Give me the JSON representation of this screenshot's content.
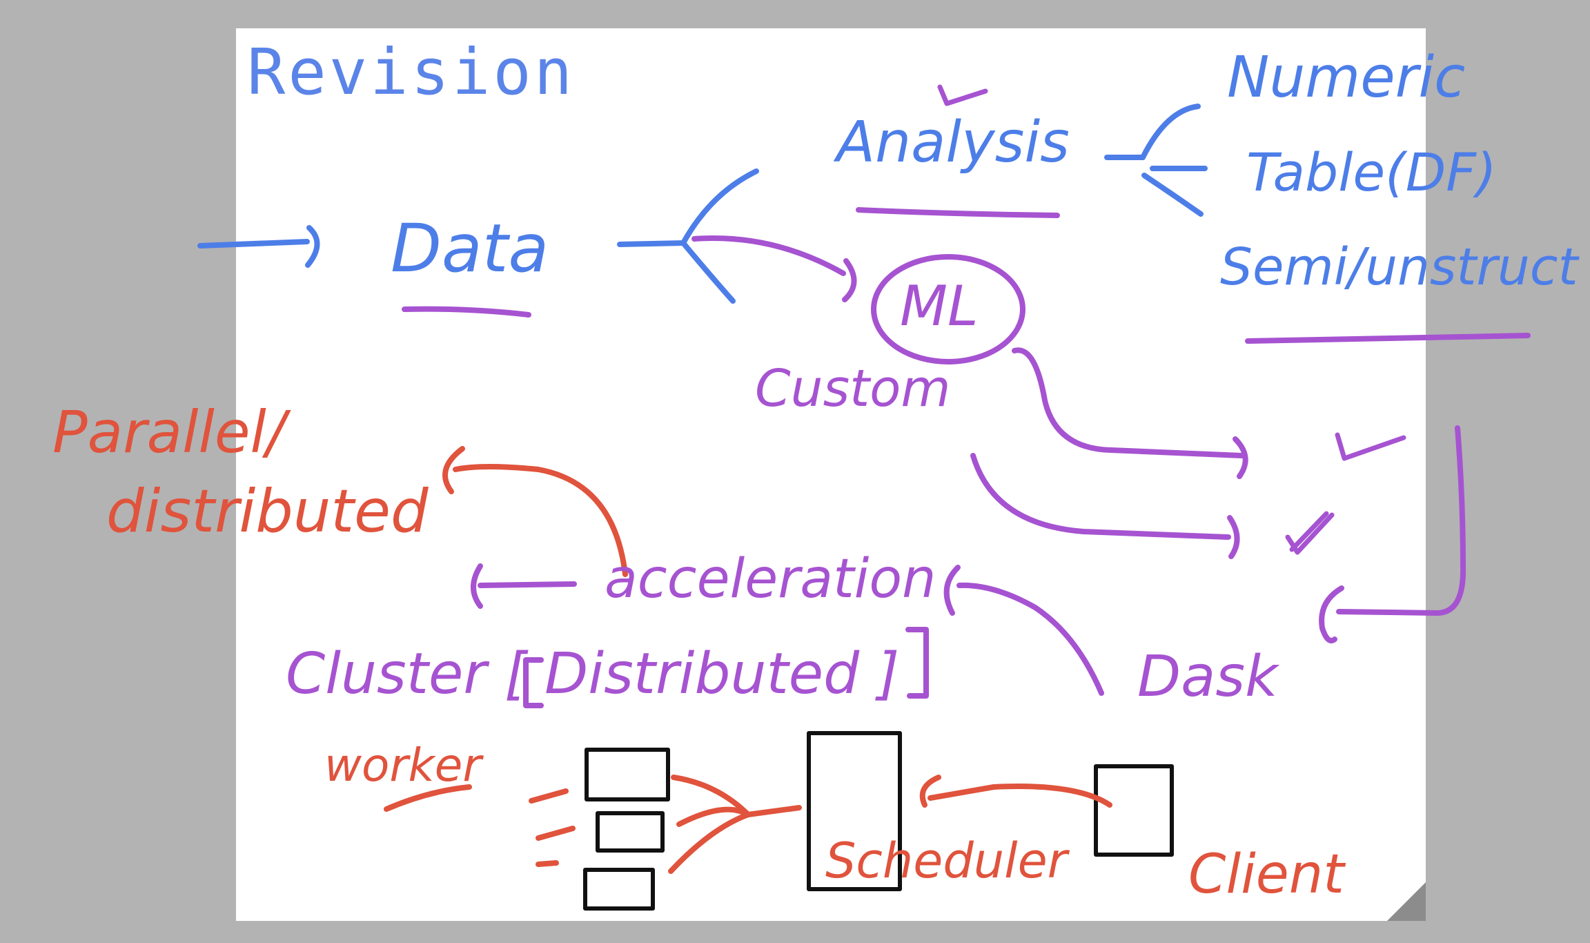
{
  "title": "Revision",
  "colors": {
    "blue": "#4d7ee8",
    "purple": "#a653d1",
    "red": "#e0533c",
    "black": "#111111"
  },
  "labels": {
    "data": "Data",
    "analysis": "Analysis",
    "numeric": "Numeric",
    "table": "Table(DF)",
    "semi": "Semi/unstruct",
    "ml": "ML",
    "custom": "Custom",
    "parallel": "Parallel/",
    "distributed": "distributed",
    "acceleration": "acceleration",
    "cluster": "Cluster [ Distributed ]",
    "dask": "Dask",
    "worker": "worker",
    "scheduler": "Scheduler",
    "client": "Client"
  }
}
